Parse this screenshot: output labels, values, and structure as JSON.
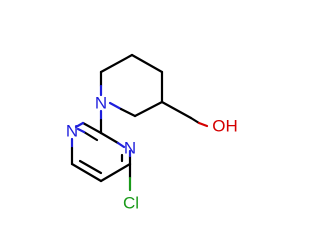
{
  "molecule": {
    "atoms": {
      "n_piperidine": {
        "label": "N",
        "color": "#1f1fdc"
      },
      "n_pyrimidine_left": {
        "label": "N",
        "color": "#1f1fdc"
      },
      "n_pyrimidine_right": {
        "label": "N",
        "color": "#1f1fdc"
      },
      "o_hydroxyl": {
        "label": "OH",
        "color": "#d40000"
      },
      "cl_chloro": {
        "label": "Cl",
        "color": "#1a9a1a"
      }
    },
    "colors": {
      "bond": "#000000",
      "nitrogen": "#1f1fdc",
      "oxygen": "#d40000",
      "chlorine": "#1a9a1a",
      "background": "#ffffff"
    }
  }
}
